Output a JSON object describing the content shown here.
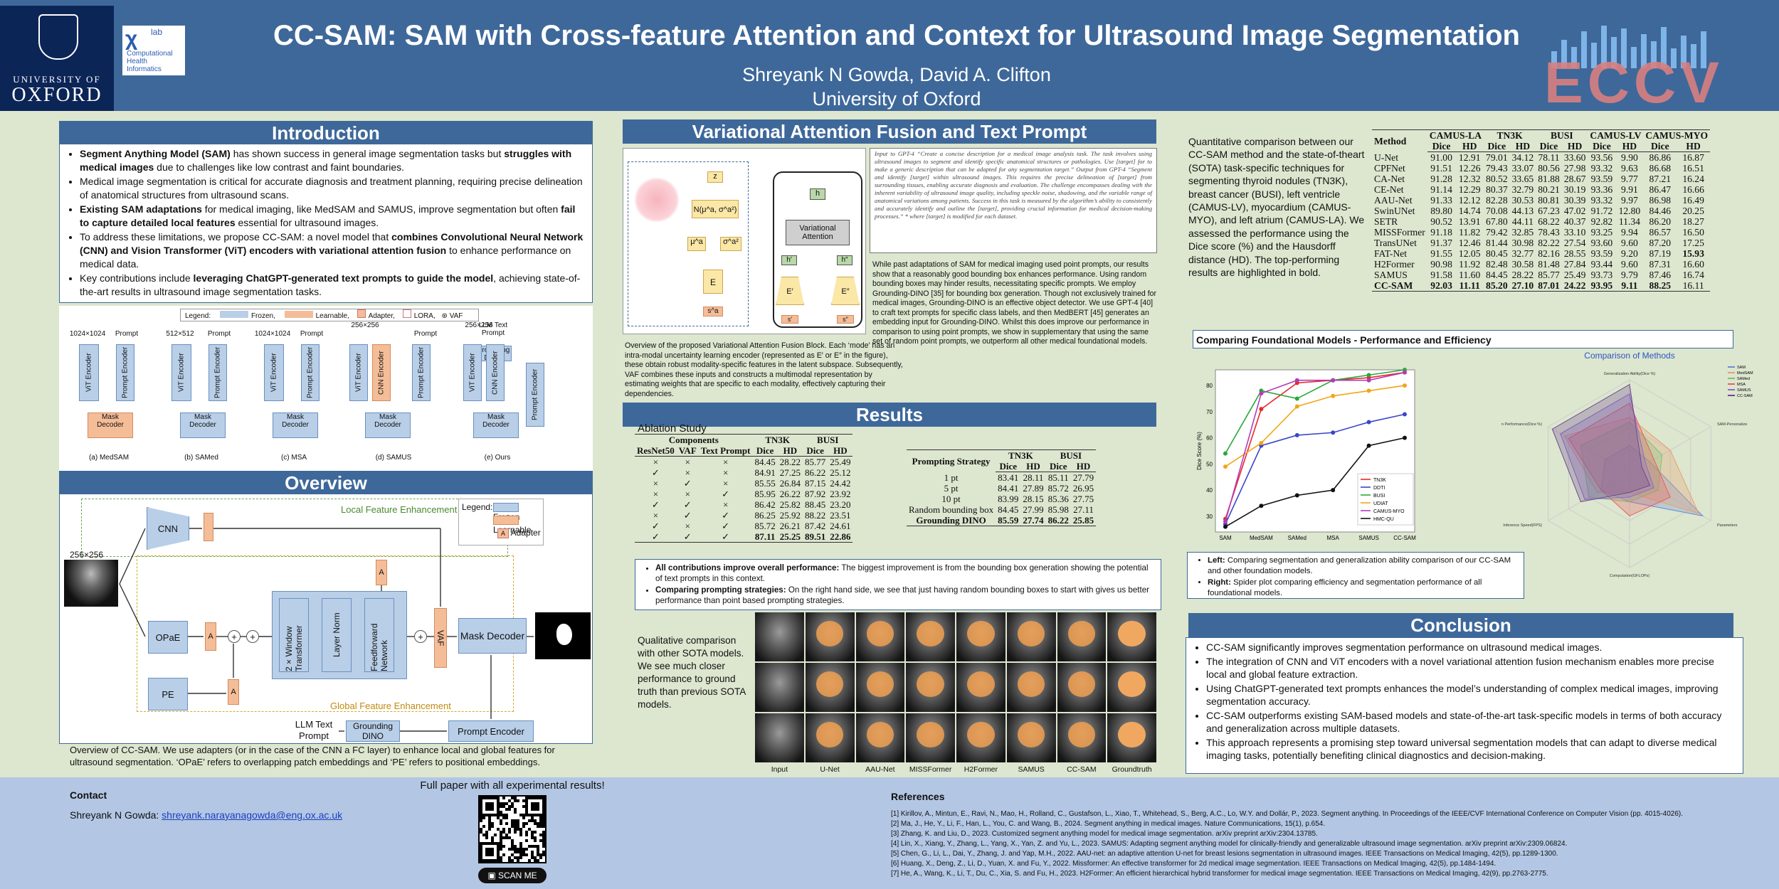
{
  "header": {
    "title": "CC-SAM: SAM with Cross-feature Attention and Context for Ultrasound Image Segmentation",
    "authors": "Shreyank N Gowda, David A. Clifton",
    "affiliation": "University of Oxford",
    "oxford_logo": {
      "line1": "UNIVERSITY OF",
      "line2": "OXFORD"
    },
    "chi_logo": {
      "lab": "lab",
      "lines": [
        "Computational",
        "Health",
        "Informatics"
      ]
    },
    "eccv_logo": "ECCV"
  },
  "introduction": {
    "title": "Introduction",
    "bullets": [
      "Segment Anything Model (SAM) has shown success in general image segmentation tasks but struggles with medical images due to challenges like low contrast and faint boundaries.",
      "Medical image segmentation is critical for accurate diagnosis and treatment planning, requiring precise delineation of anatomical structures from ultrasound scans.",
      "Existing SAM adaptations for medical imaging, like MedSAM and SAMUS, improve segmentation but often fail to capture detailed local features essential for ultrasound images.",
      "To address these limitations, we propose CC-SAM: a novel model that combines Convolutional Neural Network (CNN) and Vision Transformer (ViT) encoders with variational attention fusion to enhance performance on medical data.",
      "Key contributions include leveraging ChatGPT-generated text prompts to guide the model, achieving state-of-the-art results in ultrasound image segmentation tasks."
    ]
  },
  "method_compare_figure": {
    "legend_title": "Legend:",
    "legend_frozen": "Frozen,",
    "legend_learnable": "Learnable,",
    "legend_adapter": "Adapter,",
    "legend_lora": "LORA,",
    "legend_vaf": "VAF",
    "llm": "LLM Text Prompt",
    "grounding": "Grounding DINO",
    "columns": [
      {
        "caption": "(a) MedSAM",
        "size": "1024×1024",
        "prompt": "Prompt",
        "encoder": "ViT Encoder",
        "prompt_encoder": "Prompt Encoder",
        "decoder": "Mask Decoder"
      },
      {
        "caption": "(b) SAMed",
        "size": "512×512",
        "prompt": "Prompt",
        "encoder": "ViT Encoder",
        "prompt_encoder": "Prompt Encoder",
        "decoder": "Mask Decoder"
      },
      {
        "caption": "(c) MSA",
        "size": "1024×1024",
        "prompt": "Prompt",
        "encoder": "ViT Encoder",
        "prompt_encoder": "Prompt Encoder",
        "decoder": "Mask Decoder"
      },
      {
        "caption": "(d) SAMUS",
        "size": "256×256",
        "prompt": "Prompt",
        "encoder": "ViT Encoder",
        "cnn": "CNN Encoder",
        "prompt_encoder": "Prompt Encoder",
        "decoder": "Mask Decoder"
      },
      {
        "caption": "(e) Ours",
        "size": "256×256",
        "prompt": "",
        "encoder": "ViT Encoder",
        "cnn": "CNN Encoder",
        "prompt_encoder": "Prompt Encoder",
        "decoder": "Mask Decoder"
      }
    ]
  },
  "overview": {
    "title": "Overview",
    "legend_title": "Legend:",
    "legend_frozen": "Frozen",
    "legend_learnable": "Learnable",
    "legend_adapter": "Adapter",
    "adapter_letter": "A",
    "local": "Local Feature Enhancement",
    "global": "Global Feature Enhancement",
    "input_size": "256×256",
    "cnn": "CNN",
    "opae": "OPaE",
    "pe": "PE",
    "window": "2×Window Transformer",
    "layer_norm": "Layer Norm",
    "ffn": "Feedforward Network",
    "vaf": "VAF",
    "mask_decoder": "Mask Decoder",
    "llm": "LLM Text Prompt",
    "grounding": "Grounding DINO",
    "prompt_encoder": "Prompt Encoder",
    "caption": "Overview of CC-SAM. We use adapters (or in the case of the CNN a FC layer) to enhance local and global features for ultrasound segmentation. ‘OPaE’ refers to overlapping patch embeddings and ‘PE’ refers to positional embeddings."
  },
  "vaf": {
    "title": "Variational Attention Fusion and Text Prompt",
    "fig": {
      "z": "z",
      "h": "h",
      "normal": "N(μ^a, σ^a²)",
      "mu": "μ^a",
      "sigma": "σ^a²",
      "E": "E",
      "s": "s^a",
      "va": "Variational Attention",
      "Ep": "E′",
      "Epp": "E″",
      "s1": "s′",
      "s2": "s″",
      "hp": "h′",
      "hpp": "h″"
    },
    "caption": "Overview of the proposed Variational Attention Fusion Block. Each ‘mode’ has an intra-modal uncertainty learning encoder (represented as E′ or E″ in the figure), these obtain robust modality-specific features in the latent subspace. Subsequently, VAF combines these inputs and constructs a multimodal representation by estimating weights that are specific to each modality, effectively capturing their dependencies.",
    "prompt_box": "Input to GPT-4 “Create a concise description for a medical image analysis task. The task involves using ultrasound images to segment and identify specific anatomical structures or pathologies. Use [target] for to make a generic description that can be adapted for any segmentation target.” Output from GPT-4 “Segment and identify [target] within ultrasound images. This requires the precise delineation of [target] from surrounding tissues, enabling accurate diagnosis and evaluation. The challenge encompasses dealing with the inherent variability of ultrasound image quality, including speckle noise, shadowing, and the variable range of anatomical variations among patients. Success in this task is measured by the algorithm’s ability to consistently and accurately identify and outline the [target], providing crucial information for medical decision-making processes.” * where [target] is modified for each dataset.",
    "text": "While past adaptations of SAM for medical imaging used point prompts, our results show that a reasonably good bounding box enhances performance. Using random bounding boxes may hinder results, necessitating specific prompts. We employ Grounding-DINO [35] for bounding box generation. Though not exclusively trained for medical images, Grounding-DINO is an effective object detector. We use GPT-4 [40] to craft text prompts for specific class labels, and then MedBERT [45] generates an embedding input for Grounding-DINO. Whilst this does improve our performance in comparison to using point prompts, we show in supplementary that using the same set of random point prompts, we outperform all other medical foundational models."
  },
  "results": {
    "title": "Results",
    "ablation_title": "Ablation Study",
    "ablation": {
      "h1": [
        "Components",
        "TN3K",
        "BUSI"
      ],
      "h2": [
        "ResNet50",
        "VAF",
        "Text Prompt",
        "Dice",
        "HD",
        "Dice",
        "HD"
      ],
      "rows": [
        [
          "×",
          "×",
          "×",
          "84.45",
          "28.22",
          "85.77",
          "25.49"
        ],
        [
          "✓",
          "×",
          "×",
          "84.91",
          "27.25",
          "86.22",
          "25.12"
        ],
        [
          "×",
          "✓",
          "×",
          "85.55",
          "26.84",
          "87.15",
          "24.42"
        ],
        [
          "×",
          "×",
          "✓",
          "85.95",
          "26.22",
          "87.92",
          "23.92"
        ],
        [
          "✓",
          "✓",
          "×",
          "86.42",
          "25.82",
          "88.45",
          "23.20"
        ],
        [
          "×",
          "✓",
          "✓",
          "86.25",
          "25.92",
          "88.22",
          "23.51"
        ],
        [
          "✓",
          "×",
          "✓",
          "85.72",
          "26.21",
          "87.42",
          "24.61"
        ],
        [
          "✓",
          "✓",
          "✓",
          "87.11",
          "25.25",
          "89.51",
          "22.86"
        ]
      ]
    },
    "prompting": {
      "h1": [
        "Prompting Strategy",
        "TN3K",
        "BUSI"
      ],
      "h2": [
        "Dice",
        "HD",
        "Dice",
        "HD"
      ],
      "rows": [
        [
          "1 pt",
          "83.41",
          "28.11",
          "85.11",
          "27.79"
        ],
        [
          "5 pt",
          "84.41",
          "27.89",
          "85.72",
          "26.95"
        ],
        [
          "10 pt",
          "83.99",
          "28.15",
          "85.36",
          "27.75"
        ],
        [
          "Random bounding box",
          "84.45",
          "27.99",
          "85.98",
          "27.11"
        ],
        [
          "Grounding DINO",
          "85.59",
          "27.74",
          "86.22",
          "25.85"
        ]
      ]
    },
    "notes": [
      {
        "b": "All contributions improve overall performance:",
        "t": " The biggest improvement is from the bounding box generation showing the potential of text prompts in this context."
      },
      {
        "b": "Comparing prompting strategies:",
        "t": " On the right hand side, we see that just having random bounding boxes to start with gives us better performance than point based prompting strategies."
      }
    ],
    "qual_text": "Qualitative comparison with other SOTA models. We see much closer performance to ground truth than previous SOTA models.",
    "qual_labels": [
      "Input",
      "U-Net",
      "AAU-Net",
      "MISSFormer",
      "H2Former",
      "SAMUS",
      "CC-SAM",
      "Groundtruth"
    ]
  },
  "sota": {
    "text": "Quantitative comparison between our CC-SAM method and the state-of-theart (SOTA) task-specific techniques for segmenting thyroid nodules (TN3K), breast cancer (BUSI), left ventricle (CAMUS-LV), myocardium (CAMUS-MYO), and left atrium (CAMUS-LA). We assessed the performance using the Dice score (%) and the Hausdorff distance (HD). The top-performing results are highlighted in bold.",
    "h1": [
      "Method",
      "CAMUS-LA",
      "TN3K",
      "BUSI",
      "CAMUS-LV",
      "CAMUS-MYO"
    ],
    "h2": [
      "Dice",
      "HD",
      "Dice",
      "HD",
      "Dice",
      "HD",
      "Dice",
      "HD",
      "Dice",
      "HD"
    ],
    "rows": [
      [
        "U-Net",
        "91.00",
        "12.91",
        "79.01",
        "34.12",
        "78.11",
        "33.60",
        "93.56",
        "9.90",
        "86.86",
        "16.87"
      ],
      [
        "CPFNet",
        "91.51",
        "12.26",
        "79.43",
        "33.07",
        "80.56",
        "27.98",
        "93.32",
        "9.63",
        "86.68",
        "16.51"
      ],
      [
        "CA-Net",
        "91.28",
        "12.32",
        "80.52",
        "33.65",
        "81.88",
        "28.67",
        "93.59",
        "9.77",
        "87.21",
        "16.24"
      ],
      [
        "CE-Net",
        "91.14",
        "12.29",
        "80.37",
        "32.79",
        "80.21",
        "30.19",
        "93.36",
        "9.91",
        "86.47",
        "16.66"
      ],
      [
        "AAU-Net",
        "91.33",
        "12.12",
        "82.28",
        "30.53",
        "80.81",
        "30.39",
        "93.32",
        "9.97",
        "86.98",
        "16.49"
      ],
      [
        "SwinUNet",
        "89.80",
        "14.74",
        "70.08",
        "44.13",
        "67.23",
        "47.02",
        "91.72",
        "12.80",
        "84.46",
        "20.25"
      ],
      [
        "SETR",
        "90.52",
        "13.91",
        "67.80",
        "44.11",
        "68.22",
        "40.37",
        "92.82",
        "11.34",
        "86.20",
        "18.27"
      ],
      [
        "MISSFormer",
        "91.18",
        "11.82",
        "79.42",
        "32.85",
        "78.43",
        "33.10",
        "93.25",
        "9.94",
        "86.57",
        "16.50"
      ],
      [
        "TransUNet",
        "91.37",
        "12.46",
        "81.44",
        "30.98",
        "82.22",
        "27.54",
        "93.60",
        "9.60",
        "87.20",
        "17.25"
      ],
      [
        "FAT-Net",
        "91.55",
        "12.05",
        "80.45",
        "32.77",
        "82.16",
        "28.55",
        "93.59",
        "9.20",
        "87.19",
        "15.93"
      ],
      [
        "H2Former",
        "90.98",
        "11.92",
        "82.48",
        "30.58",
        "81.48",
        "27.84",
        "93.44",
        "9.60",
        "87.31",
        "16.60"
      ],
      [
        "SAMUS",
        "91.58",
        "11.60",
        "84.45",
        "28.22",
        "85.77",
        "25.49",
        "93.73",
        "9.79",
        "87.46",
        "16.74"
      ],
      [
        "CC-SAM",
        "92.03",
        "11.11",
        "85.20",
        "27.10",
        "87.01",
        "24.22",
        "93.95",
        "9.11",
        "88.25",
        "16.11"
      ]
    ]
  },
  "foundational": {
    "title": "Comparing Foundational Models - Performance and Efficiency",
    "radar_title": "Comparison of Methods",
    "radar_axes": [
      "Generalization Ability(Dice %)",
      "SAM-Personalize",
      "Parameters",
      "Computation(GFLOPs)",
      "Inference Speed(FPS)",
      "Segmentation Performance(Dice %)"
    ],
    "bullets": [
      {
        "b": "Left:",
        "t": " Comparing segmentation and generalization ability comparison of our CC-SAM and other foundation models."
      },
      {
        "b": "Right:",
        "t": " Spider plot comparing efficiency and segmentation performance of all foundational models."
      }
    ]
  },
  "chart_data": {
    "type": "line",
    "categories": [
      "SAM",
      "MedSAM",
      "SAMed",
      "MSA",
      "SAMUS",
      "CC-SAM"
    ],
    "ylabel": "Dice Score (%)",
    "ylim": [
      24,
      86
    ],
    "yticks": [
      30,
      40,
      50,
      60,
      70,
      80
    ],
    "legend": "bottom-right",
    "series": [
      {
        "name": "TN3K",
        "color": "#e8282b",
        "values": [
          29,
          71,
          81,
          82,
          83,
          85
        ]
      },
      {
        "name": "DDTI",
        "color": "#3b45c8",
        "values": [
          27,
          57,
          61,
          62,
          66,
          69
        ]
      },
      {
        "name": "BUSI",
        "color": "#2aa83a",
        "values": [
          54,
          78,
          75,
          82,
          84,
          86
        ]
      },
      {
        "name": "UDIAT",
        "color": "#f2a516",
        "values": [
          49,
          58,
          72,
          76,
          78,
          80
        ]
      },
      {
        "name": "CAMUS-MYO",
        "color": "#b23cb8",
        "values": [
          28,
          77,
          82,
          82,
          82,
          85
        ]
      },
      {
        "name": "HMC-QU",
        "color": "#111111",
        "values": [
          26,
          34,
          38,
          40,
          57,
          60
        ]
      }
    ]
  },
  "radar": {
    "series": [
      {
        "name": "SAM",
        "color": "#6a8fd6"
      },
      {
        "name": "MedSAM",
        "color": "#e8a070"
      },
      {
        "name": "SAMed",
        "color": "#7cc27c"
      },
      {
        "name": "MSA",
        "color": "#e86060"
      },
      {
        "name": "SAMUS",
        "color": "#8a6fc9"
      },
      {
        "name": "CC-SAM",
        "color": "#6e4a8e"
      }
    ]
  },
  "conclusion": {
    "title": "Conclusion",
    "bullets": [
      "CC-SAM significantly improves segmentation performance on ultrasound medical images.",
      "The integration of CNN and ViT encoders with a novel variational attention fusion mechanism enables more precise local and global feature extraction.",
      "Using ChatGPT-generated text prompts enhances the model’s understanding of complex medical images, improving segmentation accuracy.",
      "CC-SAM outperforms existing SAM-based models and state-of-the-art task-specific models in terms of both accuracy and generalization across multiple datasets.",
      "This approach represents a promising step toward universal segmentation models that can adapt to diverse medical imaging tasks, potentially benefiting clinical diagnostics and decision-making."
    ]
  },
  "footer": {
    "contact_title": "Contact",
    "contact_name": "Shreyank N Gowda: ",
    "contact_email": "shreyank.narayanagowda@eng.ox.ac.uk",
    "paper_link": "Full paper with all experimental results!",
    "scan": "SCAN ME",
    "refs_title": "References",
    "refs": [
      "[1] Kirillov, A., Mintun, E., Ravi, N., Mao, H., Rolland, C., Gustafson, L., Xiao, T., Whitehead, S., Berg, A.C., Lo, W.Y. and Dollár, P., 2023. Segment anything. In Proceedings of the IEEE/CVF International Conference on Computer Vision (pp. 4015-4026).",
      "[2] Ma, J., He, Y., Li, F., Han, L., You, C. and Wang, B., 2024. Segment anything in medical images. Nature Communications, 15(1), p.654.",
      "[3] Zhang, K. and Liu, D., 2023. Customized segment anything model for medical image segmentation. arXiv preprint arXiv:2304.13785.",
      "[4] Lin, X., Xiang, Y., Zhang, L., Yang, X., Yan, Z. and Yu, L., 2023. SAMUS: Adapting segment anything model for clinically-friendly and generalizable ultrasound image segmentation. arXiv preprint arXiv:2309.06824.",
      "[5] Chen, G., Li, L., Dai, Y., Zhang, J. and Yap, M.H., 2022. AAU-net: an adaptive attention U-net for breast lesions segmentation in ultrasound images. IEEE Transactions on Medical Imaging, 42(5), pp.1289-1300.",
      "[6] Huang, X., Deng, Z., Li, D., Yuan, X. and Fu, Y., 2022. Missformer: An effective transformer for 2d medical image segmentation. IEEE Transactions on Medical Imaging, 42(5), pp.1484-1494.",
      "[7] He, A., Wang, K., Li, T., Du, C., Xia, S. and Fu, H., 2023. H2Former: An efficient hierarchical hybrid transformer for medical image segmentation. IEEE Transactions on Medical Imaging, 42(9), pp.2763-2775."
    ]
  }
}
